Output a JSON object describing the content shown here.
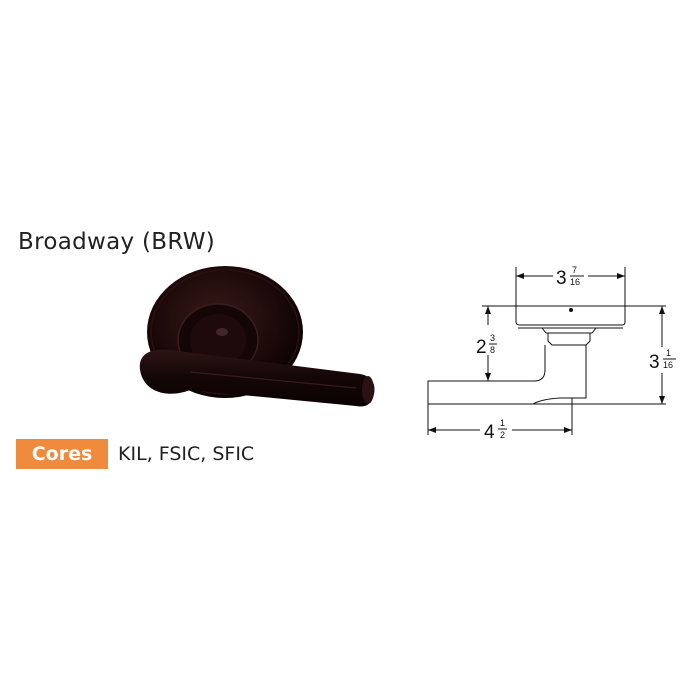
{
  "product": {
    "title": "Broadway (BRW)"
  },
  "cores": {
    "label": "Cores",
    "values": "KIL, FSIC, SFIC",
    "badge_color": "#f08a3c"
  },
  "photo": {
    "icon": "lever-handle-photo",
    "finish_color": "#1a0a0a"
  },
  "drawing": {
    "dimensions": {
      "rose_diameter": {
        "whole": "3",
        "num": "7",
        "den": "16"
      },
      "lever_height": {
        "whole": "2",
        "num": "3",
        "den": "8"
      },
      "projection": {
        "whole": "3",
        "num": "1",
        "den": "16"
      },
      "lever_length": {
        "whole": "4",
        "num": "1",
        "den": "2"
      }
    }
  }
}
